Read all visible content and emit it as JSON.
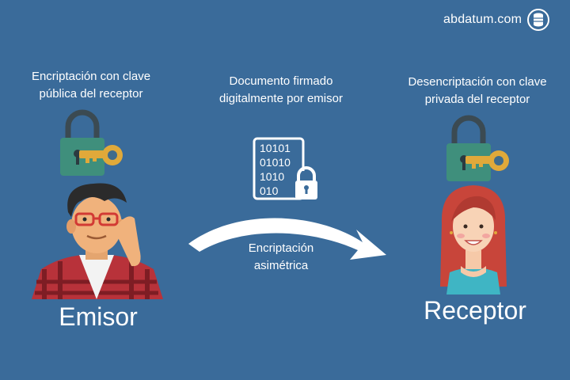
{
  "brand": {
    "name": "abdatum.com",
    "logo_icon": "database-sync-icon"
  },
  "diagram": {
    "sender_caption": "Encriptación con clave pública del receptor",
    "document_caption": "Documento firmado digitalmente por emisor",
    "receiver_caption": "Desencriptación con clave privada del receptor",
    "arrow_caption": "Encriptación asimétrica",
    "sender_label": "Emisor",
    "receiver_label": "Receptor",
    "document_binary": [
      "10101",
      "01010",
      "1010",
      "010"
    ]
  },
  "colors": {
    "background": "#3a6b9a",
    "lock_body": "#3f8f7c",
    "lock_shackle": "#3b4a52",
    "key": "#e0a93a",
    "text": "#ffffff"
  }
}
